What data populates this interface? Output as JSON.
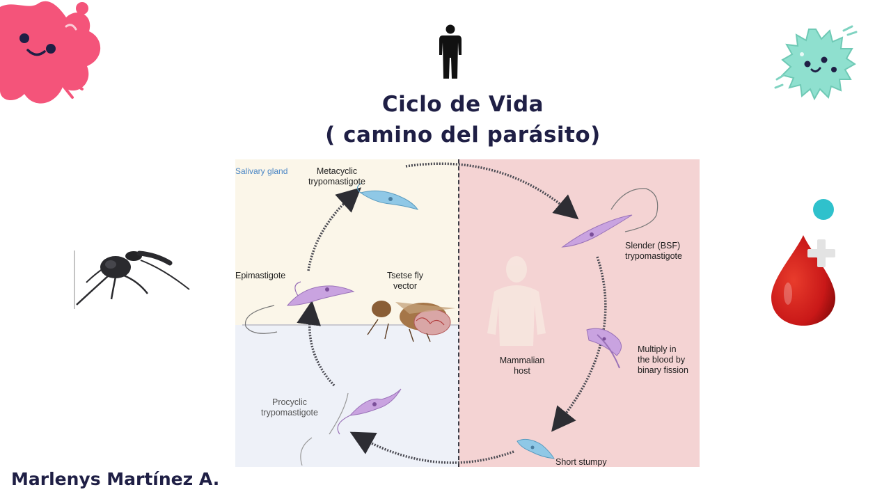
{
  "slide": {
    "title_line1": "Ciclo de Vida",
    "title_line2": "( camino del parásito)",
    "author": "Marlenys Martínez A."
  },
  "diagram": {
    "salivary_label": "Salivary gland",
    "stages": {
      "metacyclic_line1": "Metacyclic",
      "metacyclic_line2": "trypomastigote",
      "epimastigote": "Epimastigote",
      "tsetse_line1": "Tsetse fly",
      "tsetse_line2": "vector",
      "procyclic_line1": "Procyclic",
      "procyclic_line2": "trypomastigote",
      "slender_line1": "Slender (BSF)",
      "slender_line2": "trypomastigote",
      "multiply_line1": "Multiply in",
      "multiply_line2": "the blood by",
      "multiply_line3": "binary fission",
      "mammal_line1": "Mammalian",
      "mammal_line2": "host",
      "stumpy": "Short stumpy"
    }
  },
  "colors": {
    "title": "#1f1f45",
    "salivary_bg": "#fbf6e9",
    "host_bg": "#f4d3d3",
    "midgut_bg": "#eef1f8",
    "parasite_purple": "#c9a3e0",
    "parasite_blue": "#8fc8e6",
    "accent_teal": "#2fc1cc",
    "blood_red": "#c91818"
  },
  "icons": {
    "human_silhouette": "person-icon",
    "pink_microbe": "pink-microbe-icon",
    "green_virus": "green-virus-icon",
    "fly": "tsetse-fly-icon",
    "blood_drop": "blood-drop-icon"
  }
}
